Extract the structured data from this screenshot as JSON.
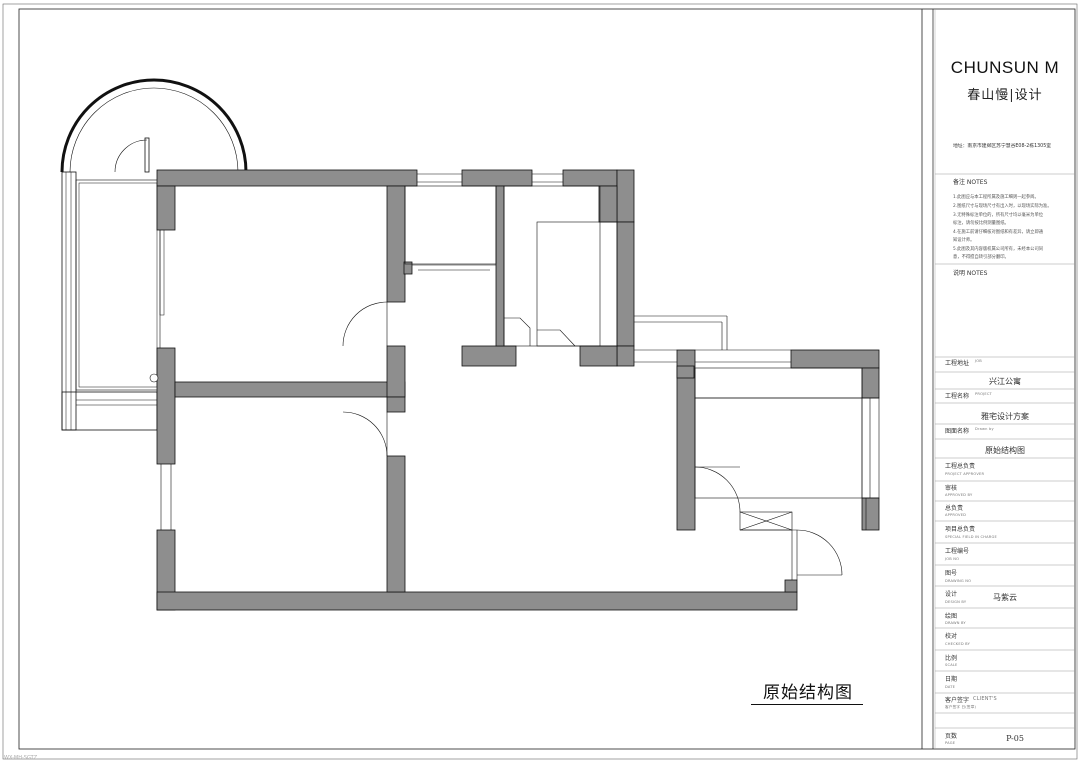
{
  "brand": {
    "name_en": "CHUNSUN M",
    "name_cn": "春山慢|设计",
    "address": "地址：南京市建邺区苏宁慧谷E08-2栋1305室"
  },
  "notes": {
    "title": "备注 NOTES",
    "items": [
      "1.此图应与本工程所属及施工细则一起参阅。",
      "2.图纸尺寸与现场尺寸有出入时，以现场实际为准。",
      "3.无特殊标注单位的，所有尺寸均以毫米为单位",
      "  标注，请勿按比例测量图纸。",
      "4.在施工前请仔细核对图纸和有差异，请立即通",
      "  知设计师。",
      "5.此图及其内容版权属公司所有，未经本公司同",
      "  意，不得擅自转引部分翻印。"
    ]
  },
  "description": {
    "title": "说明 NOTES"
  },
  "title_block": {
    "job_location": {
      "label": "工程地址",
      "sub": "JOB",
      "value": "兴江公寓"
    },
    "project_name": {
      "label": "工程名称",
      "sub": "PROJECT",
      "value": "雅宅设计方案"
    },
    "drawing_name": {
      "label": "图面名称",
      "sub": "Drawn by",
      "value": "原始结构图"
    },
    "project_approver": {
      "label": "工程总负责",
      "sub": "PROJECT APPROVER"
    },
    "approved_by": {
      "label": "审核",
      "sub": "APPROVED BY"
    },
    "chief": {
      "label": "总负责",
      "sub": "APPROVED"
    },
    "special_field": {
      "label": "项目总负责",
      "sub": "SPECIAL FIELD IN CHARGE"
    },
    "job_no": {
      "label": "工程编号",
      "sub": "JOB NO"
    },
    "drawing_no": {
      "label": "图号",
      "sub": "DRAWING NO"
    },
    "design": {
      "label": "设计",
      "sub": "DESIGN BY",
      "value": "马紫云"
    },
    "drawn": {
      "label": "绘图",
      "sub": "DRAWN BY"
    },
    "checked": {
      "label": "校对",
      "sub": "CHECKED BY"
    },
    "scale": {
      "label": "比例",
      "sub": "SCALE"
    },
    "date": {
      "label": "日期",
      "sub": "DATE"
    },
    "client": {
      "label": "客户签字",
      "sub_en": "CLIENT'S",
      "sub": "客户签字 日(签章)"
    },
    "page": {
      "label": "页数",
      "sub": "PAGE",
      "value": "P-05"
    }
  },
  "plan": {
    "title": "原始结构图"
  },
  "watermark": "WX-MH-SGTZ",
  "colors": {
    "wall_fill": "#8e8e8e",
    "wall_stroke": "#111111",
    "line": "#222222"
  }
}
